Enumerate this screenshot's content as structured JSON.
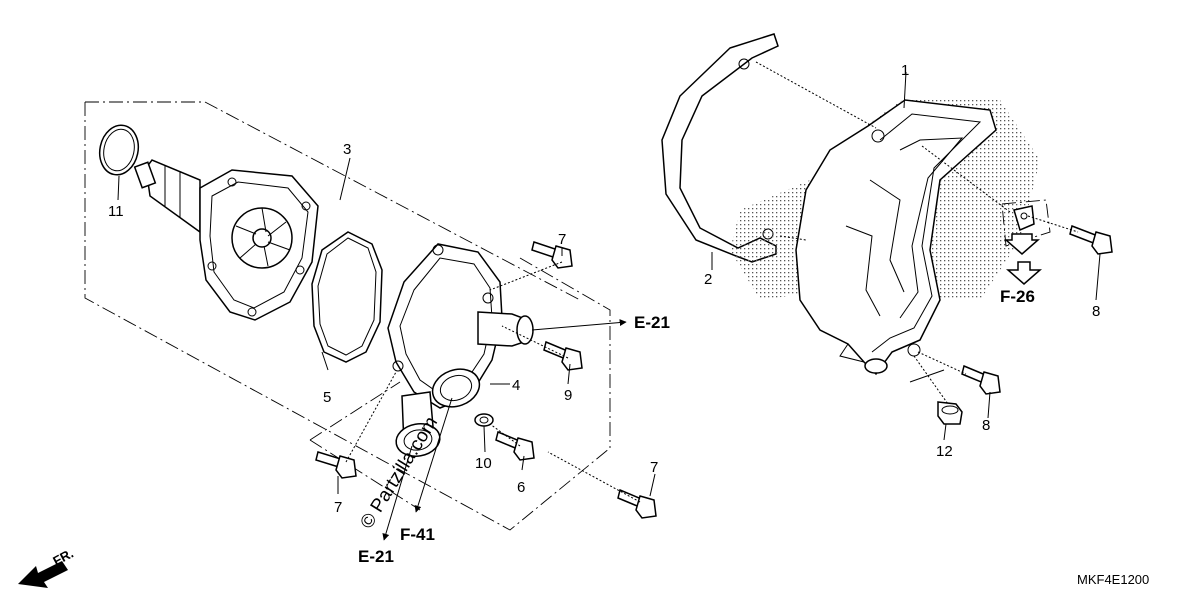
{
  "callouts": {
    "c1": "1",
    "c2": "2",
    "c3": "3",
    "c4": "4",
    "c5": "5",
    "c6": "6",
    "c7a": "7",
    "c7b": "7",
    "c7c": "7",
    "c8a": "8",
    "c8b": "8",
    "c9": "9",
    "c10": "10",
    "c11": "11",
    "c12": "12"
  },
  "references": {
    "e21_right": "E-21",
    "e21_bottom": "E-21",
    "f41": "F-41",
    "f26": "F-26"
  },
  "direction_label": "FR.",
  "diagram_code": "MKF4E1200",
  "watermark": "© Partzilla.com"
}
